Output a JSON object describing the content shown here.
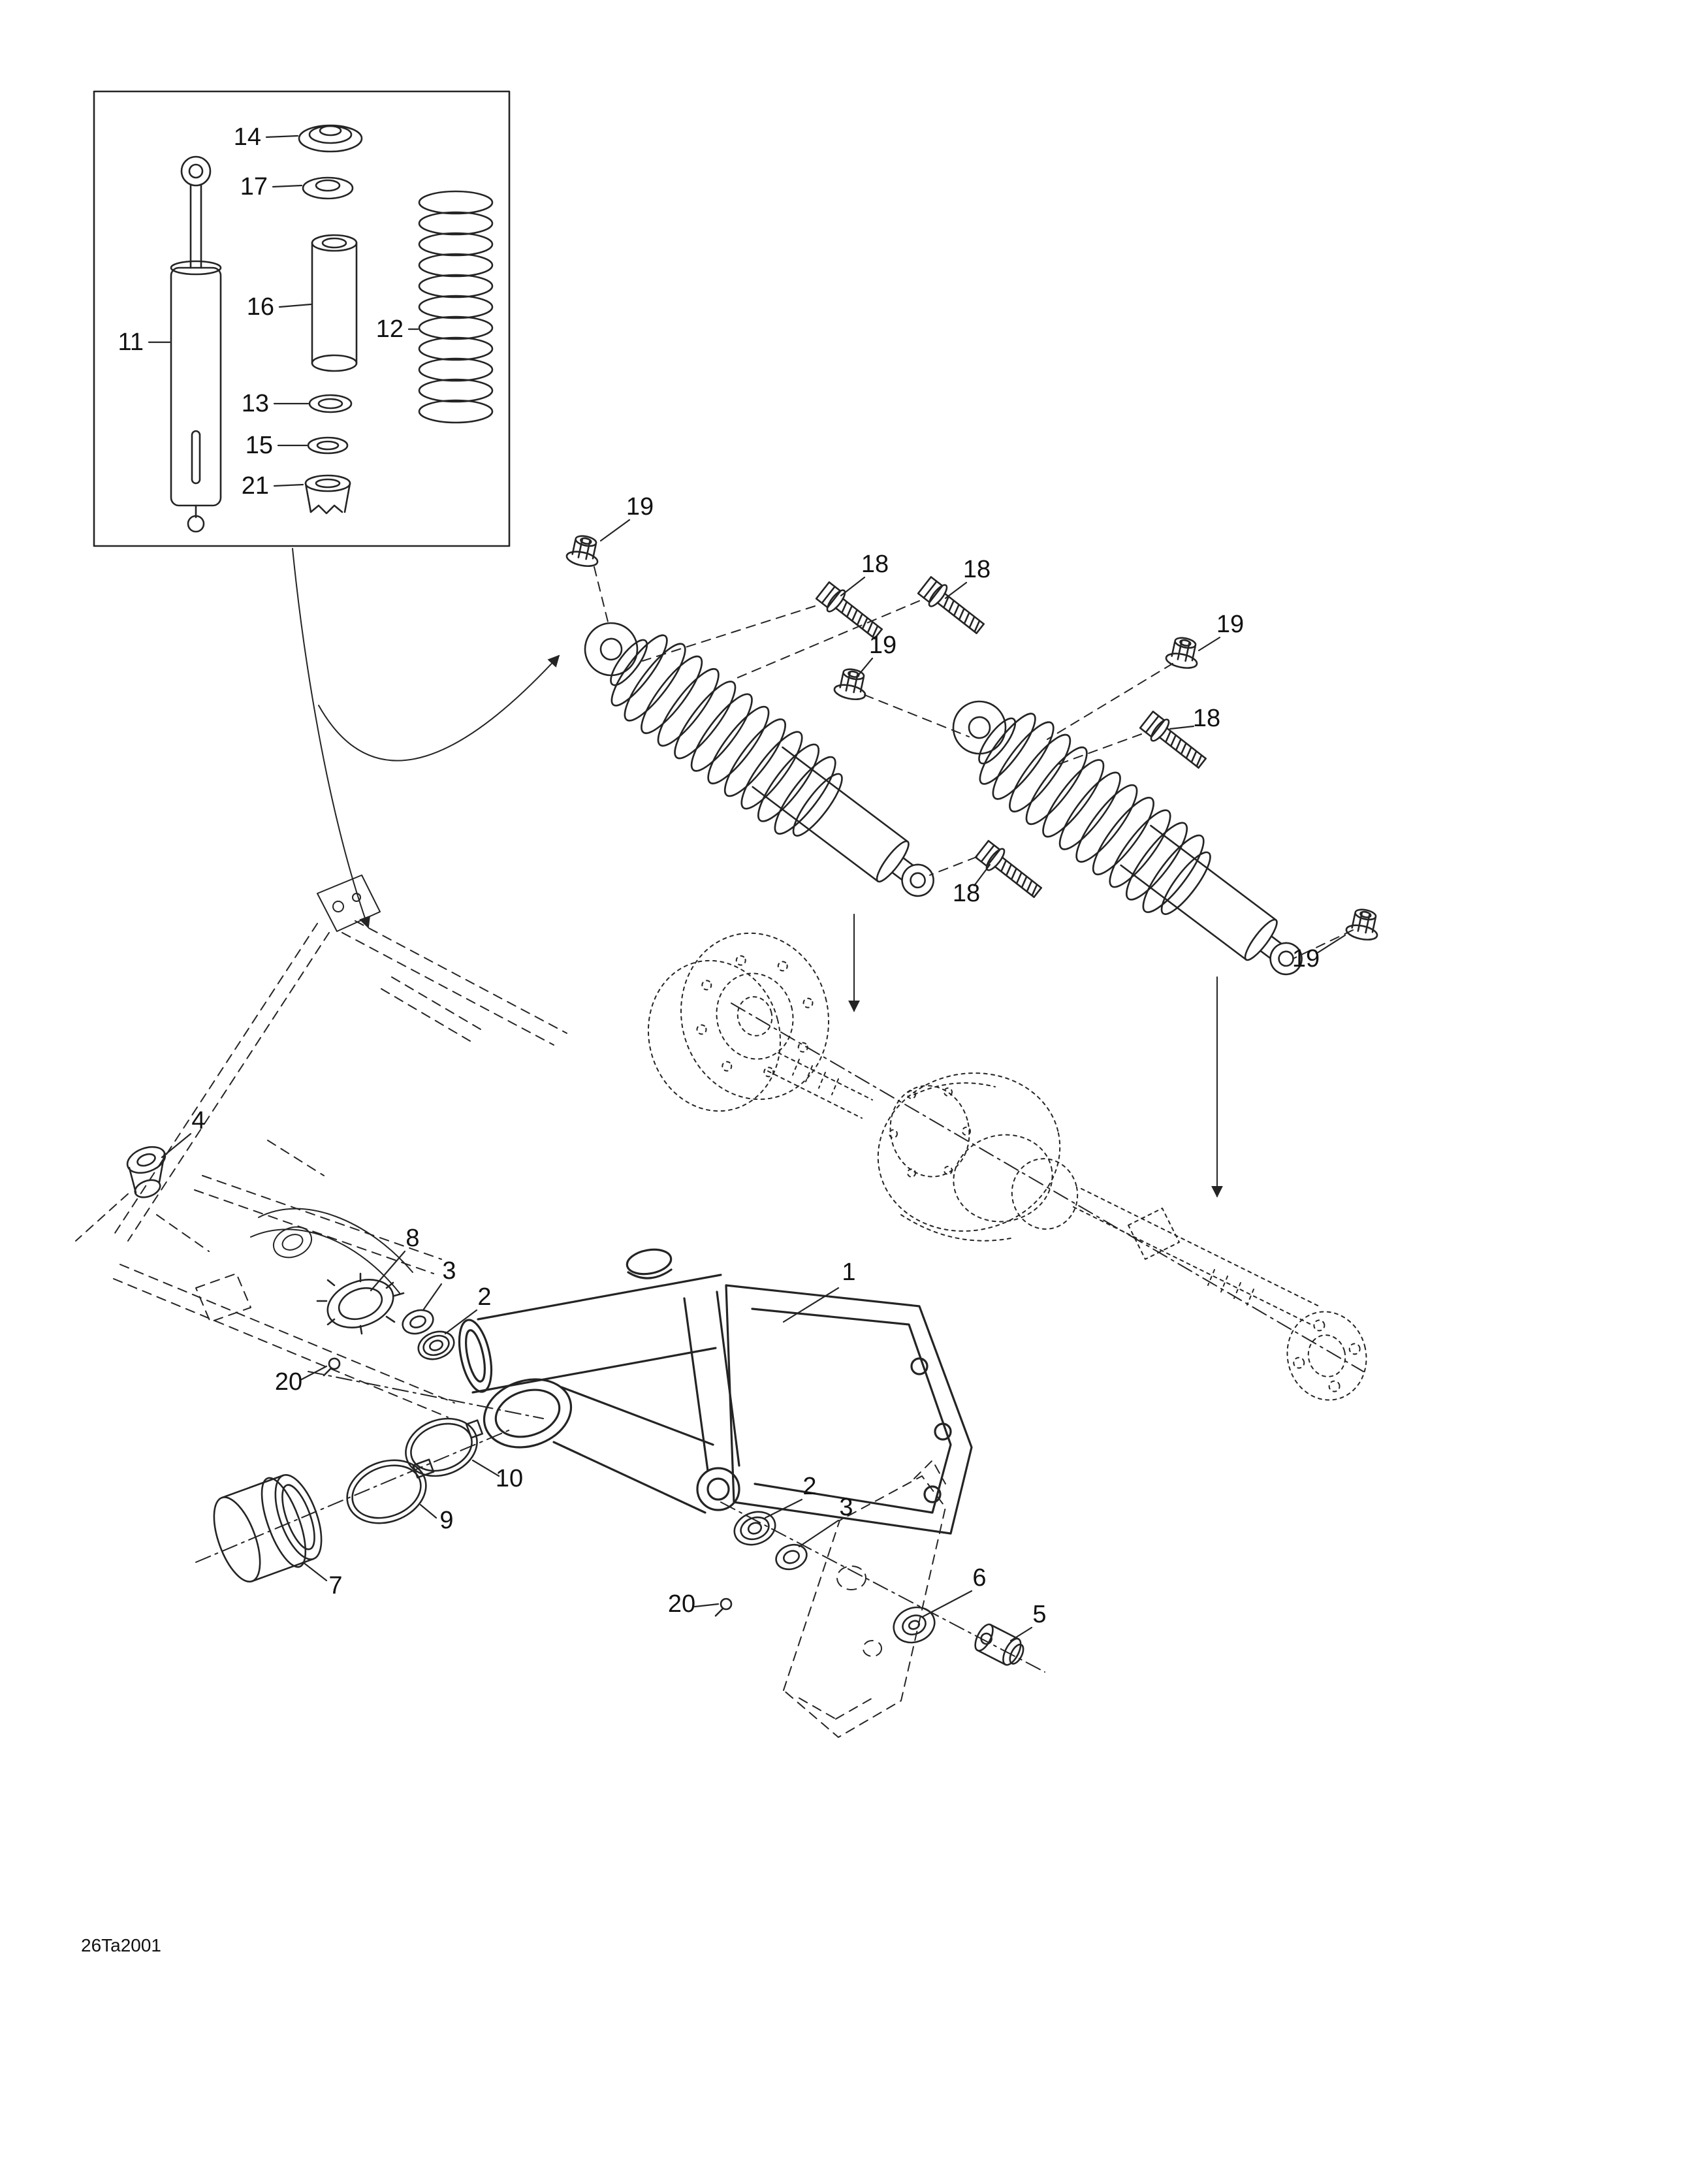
{
  "colors": {
    "ink": "#242424",
    "background": "#ffffff"
  },
  "footer": {
    "code": "26Ta2001"
  },
  "callouts": {
    "c14": "14",
    "c17": "17",
    "c16": "16",
    "c11": "11",
    "c12": "12",
    "c13": "13",
    "c15": "15",
    "c21": "21",
    "n19a": "19",
    "b18a": "18",
    "b18b": "18",
    "n19b": "19",
    "n19c": "19",
    "b18c": "18",
    "b18d": "18",
    "n19d": "19",
    "c4": "4",
    "c8": "8",
    "c3a": "3",
    "c2a": "2",
    "c1": "1",
    "c20a": "20",
    "c10": "10",
    "c9": "9",
    "c7": "7",
    "c2b": "2",
    "c3b": "3",
    "c20b": "20",
    "c6": "6",
    "c5": "5"
  }
}
